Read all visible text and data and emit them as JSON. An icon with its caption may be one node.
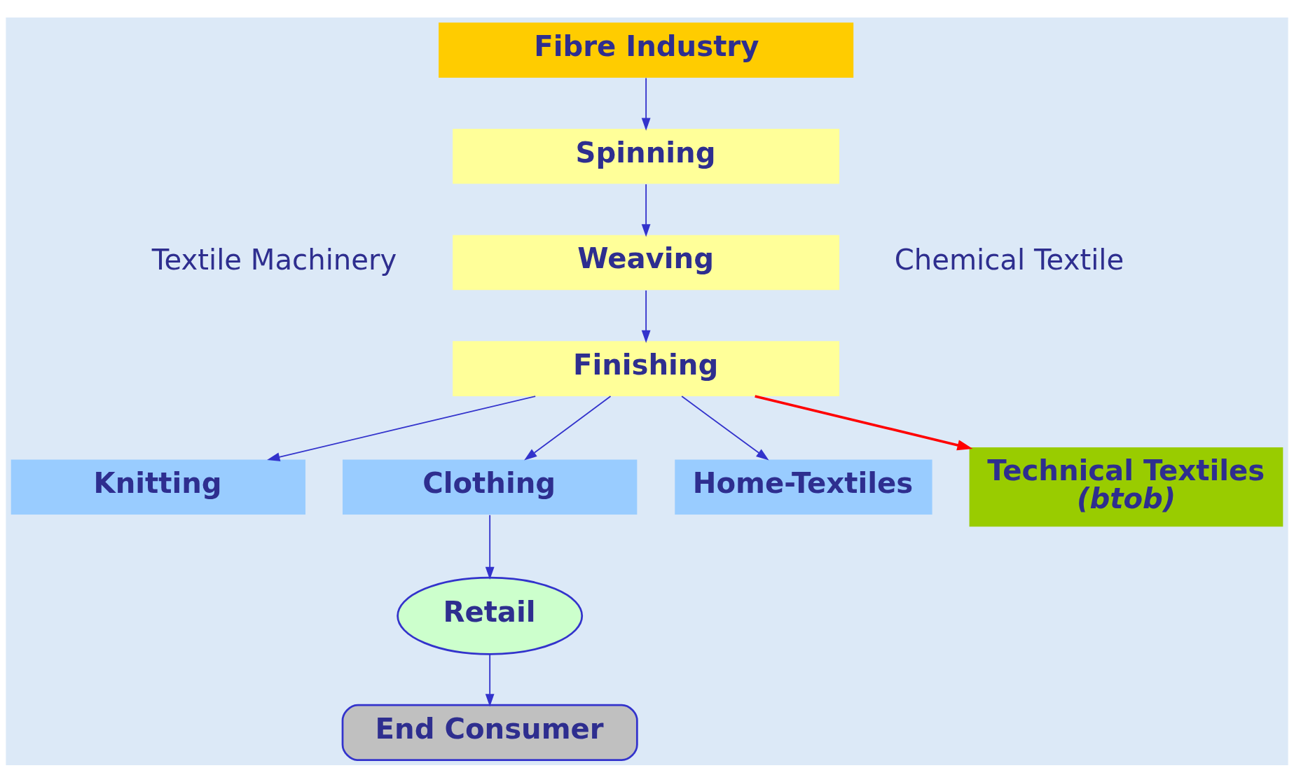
{
  "diagram": {
    "nodes": [
      {
        "text": [
          "Fibre Industry"
        ]
      },
      {
        "text": [
          "Spinning"
        ]
      },
      {
        "text": [
          "Weaving"
        ]
      },
      {
        "text": [
          "Finishing"
        ]
      },
      {
        "text": [
          "Knitting"
        ]
      },
      {
        "text": [
          "Clothing"
        ]
      },
      {
        "text": [
          "Home-Textiles"
        ]
      },
      {
        "text": [
          "Technical Textiles",
          "(btob)"
        ]
      },
      {
        "text": [
          "Retail"
        ]
      },
      {
        "text": [
          "End Consumer"
        ]
      }
    ],
    "edges": [
      {
        "from": 0,
        "to": 1,
        "arrow": "to"
      },
      {
        "from": 1,
        "to": 2,
        "arrow": "to"
      },
      {
        "from": 2,
        "to": 3,
        "arrow": "to"
      },
      {
        "from": 3,
        "to": 4,
        "arrow": "to"
      },
      {
        "from": 3,
        "to": 5,
        "arrow": "to"
      },
      {
        "from": 3,
        "to": 6,
        "arrow": "to"
      },
      {
        "from": 3,
        "to": 7,
        "arrow": "to",
        "color": "#ff0000"
      },
      {
        "from": 5,
        "to": 8,
        "arrow": "to"
      },
      {
        "from": 8,
        "to": 9,
        "arrow": "to"
      }
    ],
    "labels": [
      "Textile Machinery",
      "Chemical Textile"
    ]
  }
}
